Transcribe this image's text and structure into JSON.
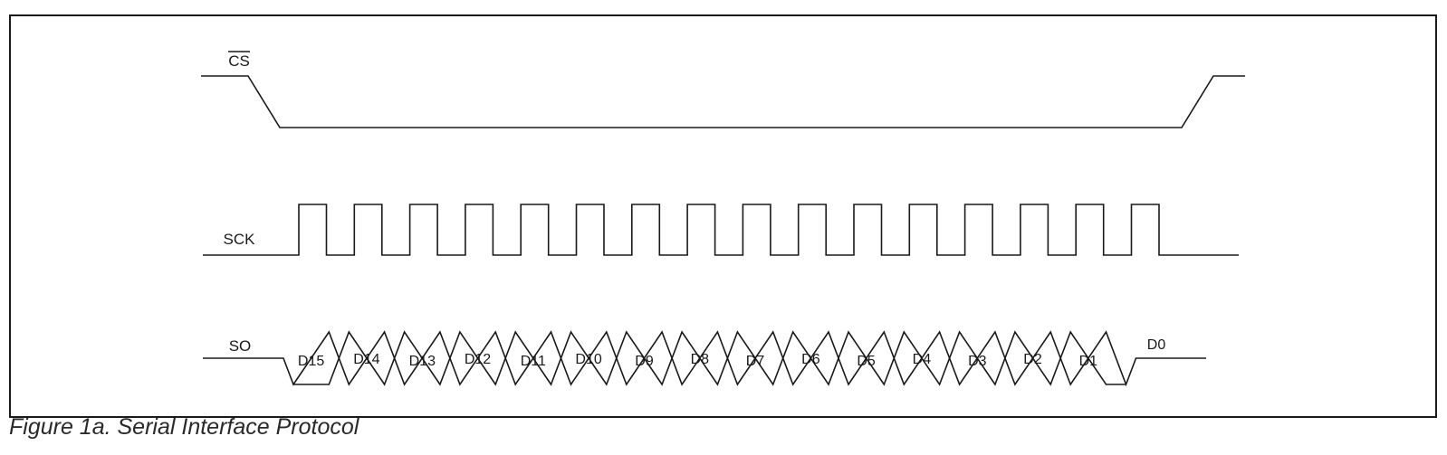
{
  "figure": {
    "caption": "Figure 1a. Serial Interface Protocol"
  },
  "signals": {
    "cs": {
      "label": "CS",
      "active_low": true
    },
    "sck": {
      "label": "SCK",
      "pulses": 16
    },
    "so": {
      "label": "SO",
      "bits": [
        "D15",
        "D14",
        "D13",
        "D12",
        "D11",
        "D10",
        "D9",
        "D8",
        "D7",
        "D6",
        "D5",
        "D4",
        "D3",
        "D2",
        "D1",
        "D0"
      ]
    }
  },
  "colors": {
    "line": "#1a1a1a"
  }
}
